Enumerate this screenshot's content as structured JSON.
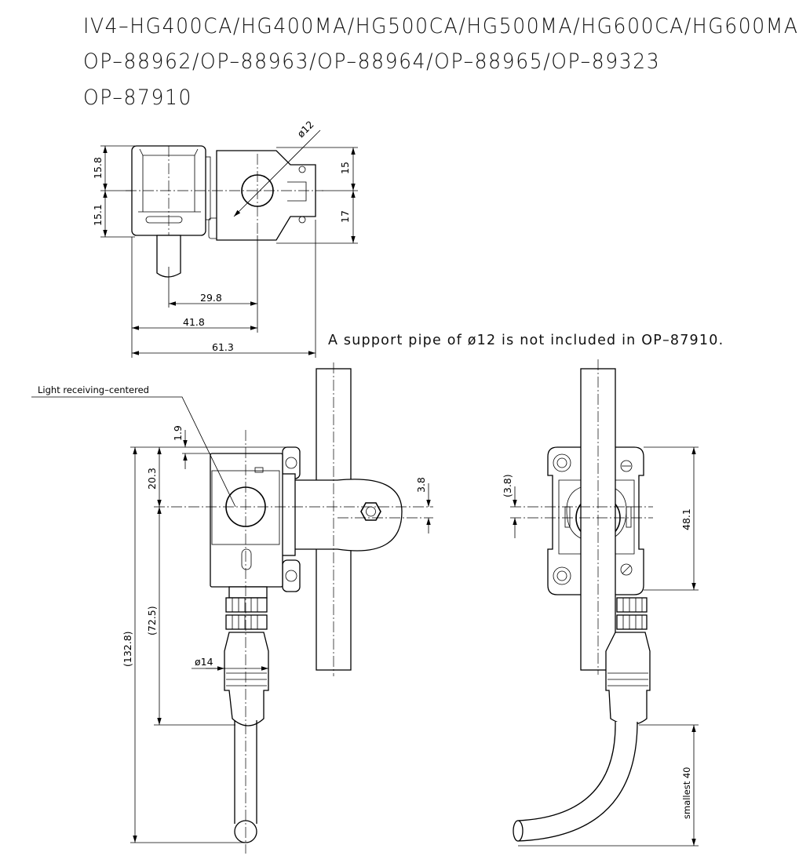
{
  "header": {
    "models_line": "IV4–HG400CA/HG400MA/HG500CA/HG500MA/HG600CA/HG600MA",
    "options_line": "OP–88962/OP–88963/OP–88964/OP–88965/OP–89323",
    "bracket_line": "OP–87910"
  },
  "note": "A support pipe of ø12 is not included in OP–87910.",
  "top_view": {
    "pipe_diameter": "ø12",
    "dim_upper_left": "15.8",
    "dim_lower_left": "15.1",
    "dim_upper_right": "15",
    "dim_lower_right": "17",
    "dim_29_8": "29.8",
    "dim_41_8": "41.8",
    "dim_61_3": "61.3"
  },
  "front_view": {
    "leader_label": "Light receiving–centered",
    "dim_1_9": "1.9",
    "dim_20_3": "20.3",
    "dim_3_8": "3.8",
    "dim_72_5": "(72.5)",
    "dim_132_8": "(132.8)",
    "dim_14": "ø14"
  },
  "side_view": {
    "dim_3_8": "(3.8)",
    "dim_48_1": "48.1",
    "dim_smallest": "smallest 40"
  }
}
